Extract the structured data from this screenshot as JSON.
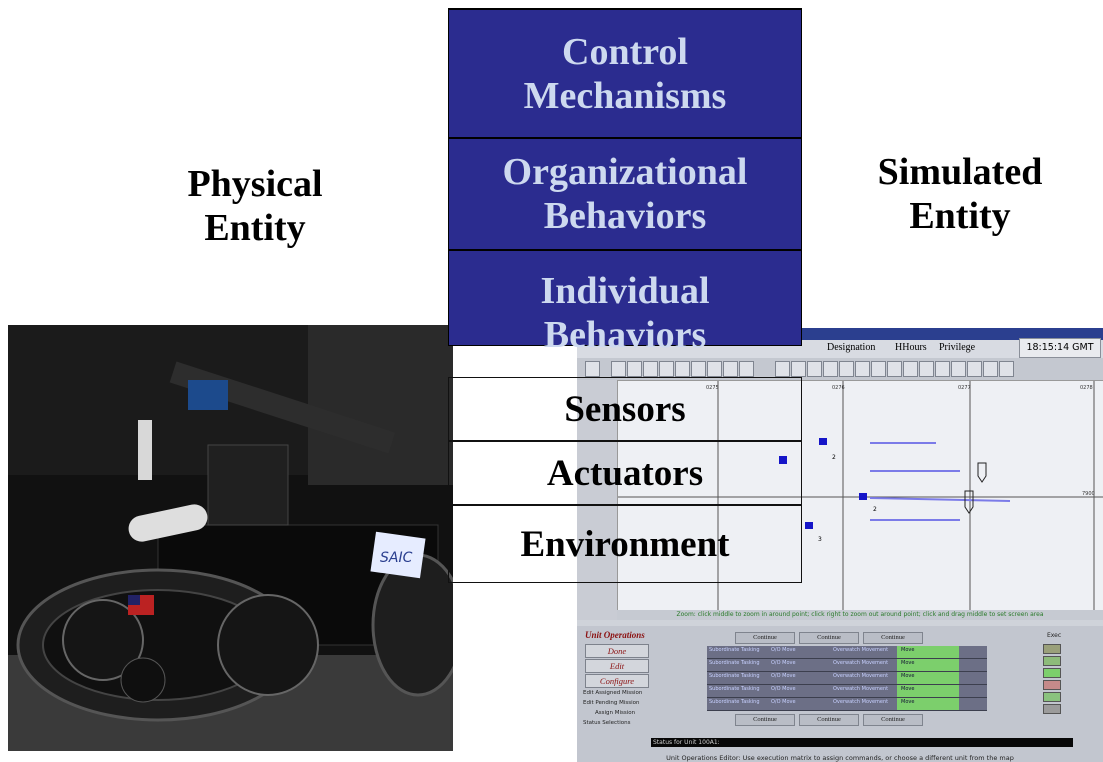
{
  "labels": {
    "physical_line1": "Physical",
    "physical_line2": "Entity",
    "simulated_line1": "Simulated",
    "simulated_line2": "Entity"
  },
  "layers": {
    "control_line1": "Control",
    "control_line2": "Mechanisms",
    "org_line1": "Organizational",
    "org_line2": "Behaviors",
    "indiv_line1": "Individual",
    "indiv_line2": "Behaviors",
    "sensors": "Sensors",
    "actuators": "Actuators",
    "environment": "Environment"
  },
  "colors": {
    "layer_fill": "#2b2c8f",
    "layer_text": "#cdd9ef"
  },
  "robot_photo": {
    "logo_text": "SAIC"
  },
  "sim_screen": {
    "menu": [
      "Designation",
      "HHours",
      "Privilege"
    ],
    "clock": "18:15:14 GMT",
    "zoom_hint": "Zoom: click middle to zoom in around point; click right to zoom out around point; click and drag middle to set screen area",
    "unit_operations_title": "Unit Operations",
    "buttons": [
      "Done",
      "Edit",
      "Configure"
    ],
    "options": [
      "Edit Assigned Mission",
      "Edit Pending Mission",
      "Assign Mission",
      "Status Selections"
    ],
    "exec_header": "Continue",
    "exec_col_label": "Exec",
    "rows": [
      {
        "a": "Subordinate Tasking",
        "b": "O/O Move",
        "c": "Overwatch Movement",
        "d": "Move"
      },
      {
        "a": "Subordinate Tasking",
        "b": "O/O Move",
        "c": "Overwatch Movement",
        "d": "Move"
      },
      {
        "a": "Subordinate Tasking",
        "b": "O/O Move",
        "c": "Overwatch Movement",
        "d": "Move"
      },
      {
        "a": "Subordinate Tasking",
        "b": "O/O Move",
        "c": "Overwatch Movement",
        "d": "Move"
      },
      {
        "a": "Subordinate Tasking",
        "b": "O/O Move",
        "c": "Overwatch Movement",
        "d": "Move"
      }
    ],
    "status_line": "Status for Unit 100A1:",
    "footer": "Unit Operations Editor: Use execution matrix to assign commands, or choose a different unit from the map",
    "grid_labels": [
      "0275",
      "0276",
      "0277",
      "0278",
      "7900"
    ],
    "map_numbers": [
      "2",
      "2",
      "3"
    ]
  }
}
